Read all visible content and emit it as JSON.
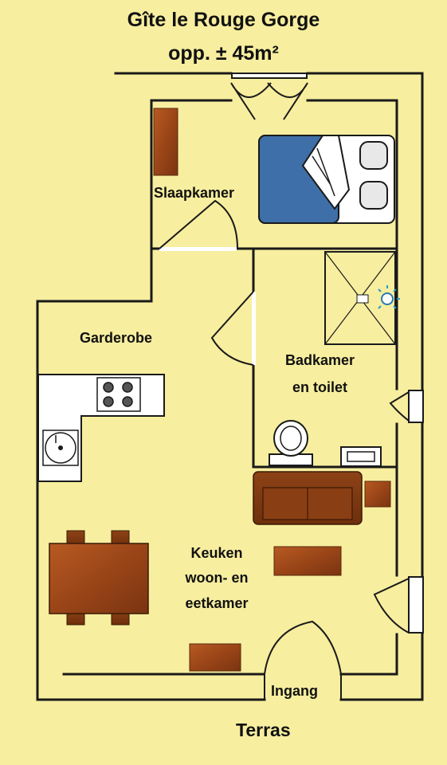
{
  "title": {
    "line1": "Gîte le Rouge Gorge",
    "line2": "opp. ± 45m²"
  },
  "rooms": {
    "slaapkamer": "Slaapkamer",
    "garderobe": "Garderobe",
    "badkamer_line1": "Badkamer",
    "badkamer_line2": "en toilet",
    "keuken_line1": "Keuken",
    "keuken_line2": "woon- en",
    "keuken_line3": "eetkamer",
    "ingang": "Ingang",
    "terras": "Terras"
  },
  "colors": {
    "background": "#F7EE9F",
    "wall": "#1A1A1A",
    "furniture_wood": "#9C4A1A",
    "bed_blanket": "#3E6FA8",
    "counter": "#FFFFFF"
  }
}
